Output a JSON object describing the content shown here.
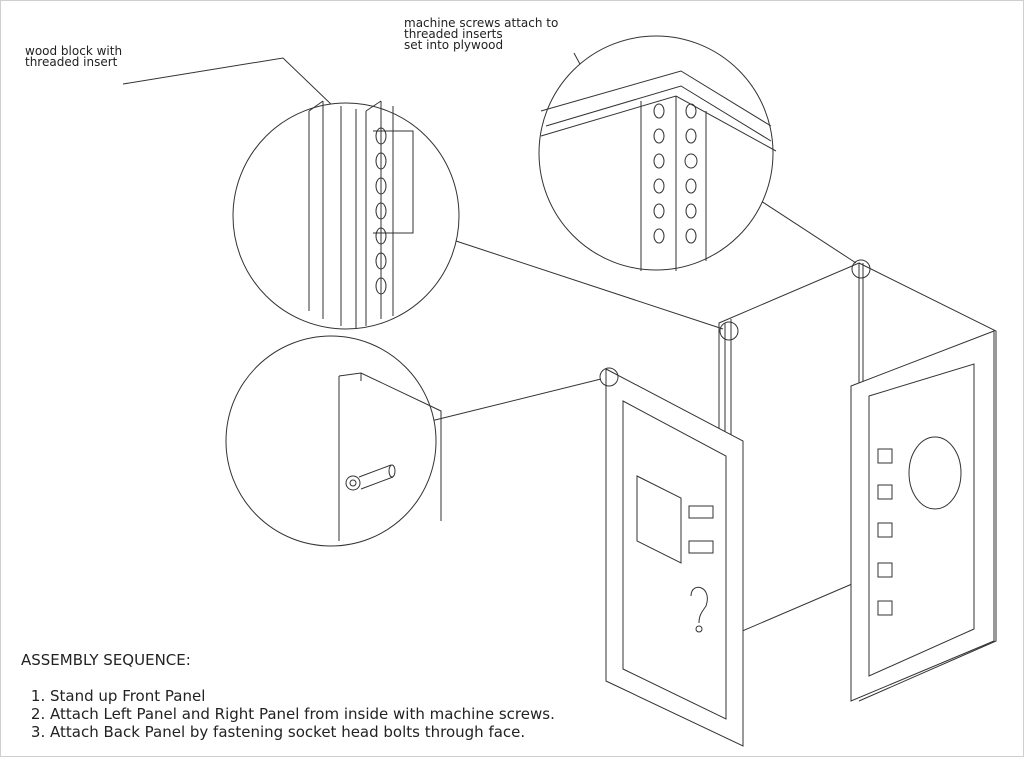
{
  "callouts": {
    "wood_block": "wood block with\nthreaded insert",
    "machine_screws": "machine screws attach to\nthreaded inserts\nset into plywood"
  },
  "assembly": {
    "title": "ASSEMBLY SEQUENCE:",
    "steps": [
      "Stand up Front Panel",
      "Attach Left Panel and Right Panel from inside with machine screws.",
      "Attach Back Panel by fastening socket head bolts through face."
    ]
  }
}
